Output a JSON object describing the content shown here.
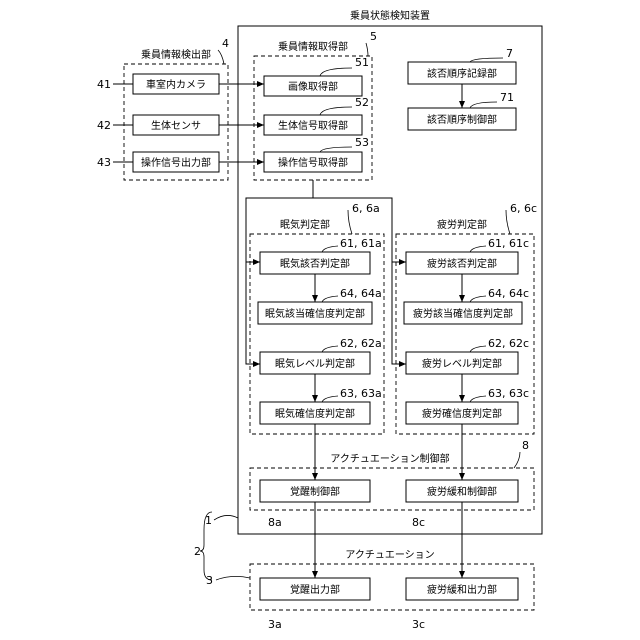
{
  "device_title": "乗員状態検知装置",
  "detection_group": {
    "title": "乗員情報検出部",
    "ref": "4"
  },
  "acquisition_group": {
    "title": "乗員情報取得部",
    "ref": "5"
  },
  "sensors": [
    {
      "ref": "41",
      "label": "車室内カメラ"
    },
    {
      "ref": "42",
      "label": "生体センサ"
    },
    {
      "ref": "43",
      "label": "操作信号出力部"
    }
  ],
  "acquirers": [
    {
      "ref": "51",
      "label": "画像取得部"
    },
    {
      "ref": "52",
      "label": "生体信号取得部"
    },
    {
      "ref": "53",
      "label": "操作信号取得部"
    }
  ],
  "order_record": {
    "ref": "7",
    "label": "該否順序記録部"
  },
  "order_control": {
    "ref": "71",
    "label": "該否順序制御部"
  },
  "drowsiness": {
    "title": "眠気判定部",
    "ref": "6, 6a",
    "blocks": [
      {
        "ref": "61, 61a",
        "label": "眠気該否判定部"
      },
      {
        "ref": "64, 64a",
        "label": "眠気該当確信度判定部"
      },
      {
        "ref": "62, 62a",
        "label": "眠気レベル判定部"
      },
      {
        "ref": "63, 63a",
        "label": "眠気確信度判定部"
      }
    ]
  },
  "fatigue": {
    "title": "疲労判定部",
    "ref": "6, 6c",
    "blocks": [
      {
        "ref": "61, 61c",
        "label": "疲労該否判定部"
      },
      {
        "ref": "64, 64c",
        "label": "疲労該当確信度判定部"
      },
      {
        "ref": "62, 62c",
        "label": "疲労レベル判定部"
      },
      {
        "ref": "63, 63c",
        "label": "疲労確信度判定部"
      }
    ]
  },
  "actuation_control": {
    "title": "アクチュエーション制御部",
    "ref": "8",
    "blocks": [
      {
        "ref": "8a",
        "label": "覚醒制御部"
      },
      {
        "ref": "8c",
        "label": "疲労緩和制御部"
      }
    ]
  },
  "actuation": {
    "title": "アクチュエーション",
    "ref": "3",
    "blocks": [
      {
        "ref": "3a",
        "label": "覚醒出力部"
      },
      {
        "ref": "3c",
        "label": "疲労緩和出力部"
      }
    ]
  },
  "ref_device": "1",
  "ref_system": "2"
}
